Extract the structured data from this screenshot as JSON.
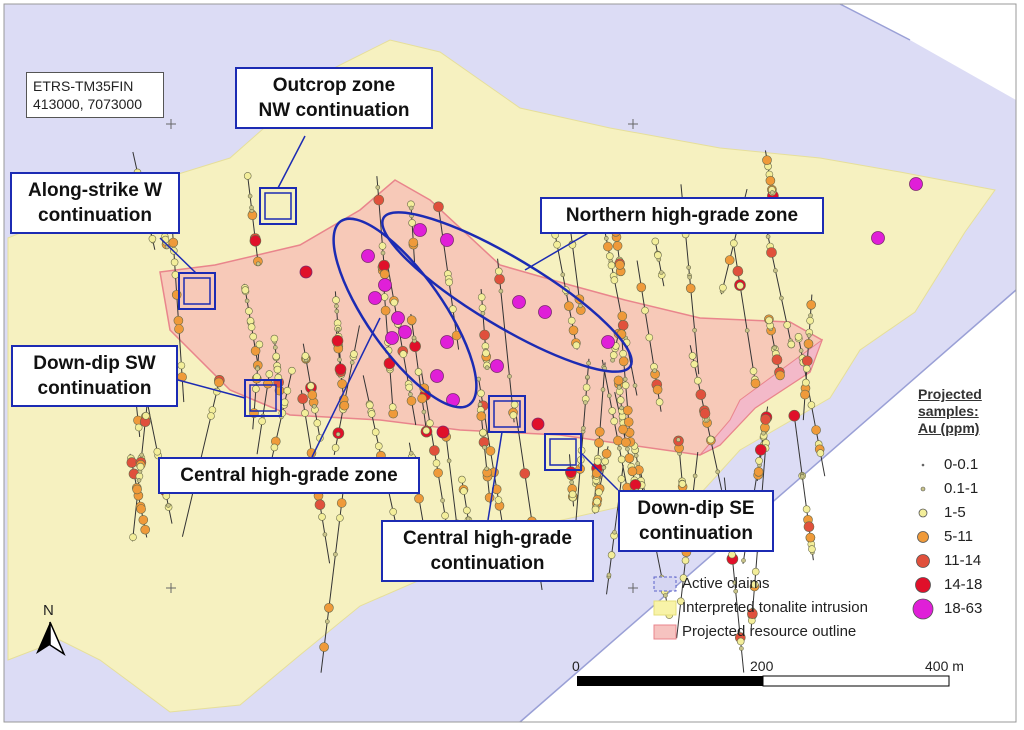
{
  "map": {
    "colors": {
      "claims": "#dcdcf5",
      "tonalite": "#f6f1c0",
      "resource": "#f7c9b8",
      "resource_edge": "#e9858c",
      "callout_border": "#1c2bb3",
      "ellipse": "#1c2bb3"
    },
    "coord_box": {
      "line1": "ETRS-TM35FIN",
      "line2": "413000, 7073000"
    },
    "callouts": {
      "outcrop": {
        "line1": "Outcrop zone",
        "line2": "NW continuation"
      },
      "along_strike": {
        "line1": "Along-strike W",
        "line2": "continuation"
      },
      "northern": {
        "text": "Northern high-grade zone"
      },
      "down_dip_sw": {
        "line1": "Down-dip SW",
        "line2": "continuation"
      },
      "central": {
        "text": "Central high-grade zone"
      },
      "down_dip_se": {
        "line1": "Down-dip SE",
        "line2": "continuation"
      },
      "central_cont": {
        "line1": "Central high-grade",
        "line2": "continuation"
      }
    },
    "legend": {
      "title_line1": "Projected",
      "title_line2": "samples:",
      "title_line3": "Au (ppm)",
      "classes": [
        {
          "label": "0-0.1",
          "color": "#777777"
        },
        {
          "label": "0.1-1",
          "color": "#c9c48a"
        },
        {
          "label": "1-5",
          "color": "#f3ee9a"
        },
        {
          "label": "5-11",
          "color": "#ef9a3a"
        },
        {
          "label": "11-14",
          "color": "#e0503c"
        },
        {
          "label": "14-18",
          "color": "#e0102a"
        },
        {
          "label": "18-63",
          "color": "#e01fd8"
        }
      ]
    },
    "areas": [
      {
        "label": "Active claims",
        "color": "#d6d6f2",
        "border": "#5b62c9"
      },
      {
        "label": "Interpreted tonalite intrusion",
        "color": "#f8f3a8",
        "border": "#e6df7a"
      },
      {
        "label": "Projected resource outline",
        "color": "#f6c3c0",
        "border": "#e9858c"
      }
    ],
    "scale_bar": {
      "labels": [
        "0",
        "200",
        "400 m"
      ]
    },
    "north": {
      "label": "N"
    }
  }
}
